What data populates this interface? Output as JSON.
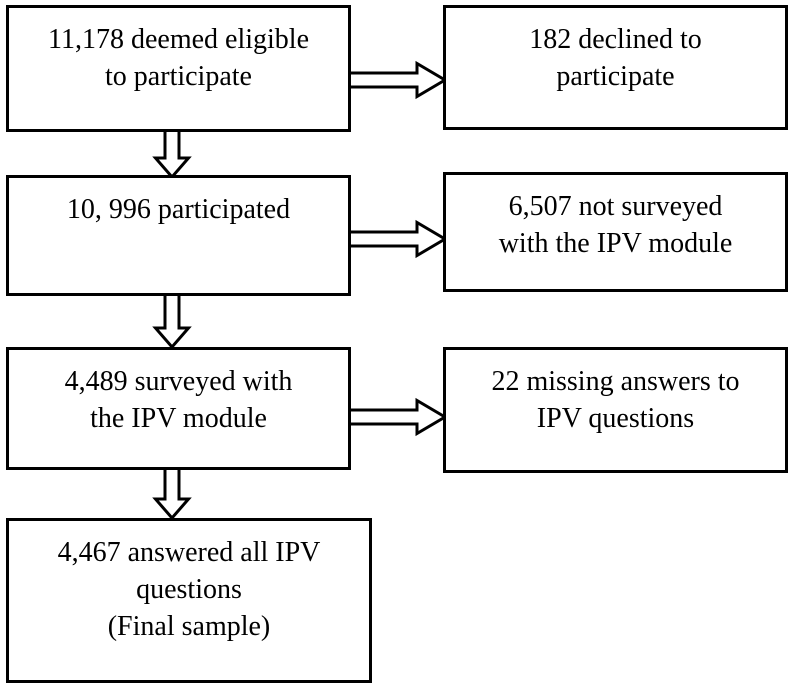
{
  "figure": {
    "type": "participant-flow-diagram",
    "background_color": "#ffffff",
    "line_color": "#000000"
  },
  "boxes": {
    "eligible": {
      "lines": [
        "11,178 deemed eligible",
        "to participate"
      ]
    },
    "declined": {
      "lines": [
        "182 declined to",
        "participate"
      ]
    },
    "participated": {
      "lines": [
        "10, 996 participated"
      ]
    },
    "not_surveyed": {
      "lines": [
        "6,507 not surveyed",
        "with the IPV module"
      ]
    },
    "surveyed": {
      "lines": [
        "4,489 surveyed with",
        "the IPV module"
      ]
    },
    "missing": {
      "lines": [
        "22 missing answers to",
        "IPV questions"
      ]
    },
    "final": {
      "lines": [
        "4,467 answered all IPV",
        "questions",
        "(Final sample)"
      ]
    }
  },
  "arrows": [
    {
      "name": "eligible-to-participated",
      "direction": "down"
    },
    {
      "name": "participated-to-surveyed",
      "direction": "down"
    },
    {
      "name": "surveyed-to-final",
      "direction": "down"
    },
    {
      "name": "eligible-to-declined",
      "direction": "right"
    },
    {
      "name": "participated-to-not-surveyed",
      "direction": "right"
    },
    {
      "name": "surveyed-to-missing",
      "direction": "right"
    }
  ]
}
